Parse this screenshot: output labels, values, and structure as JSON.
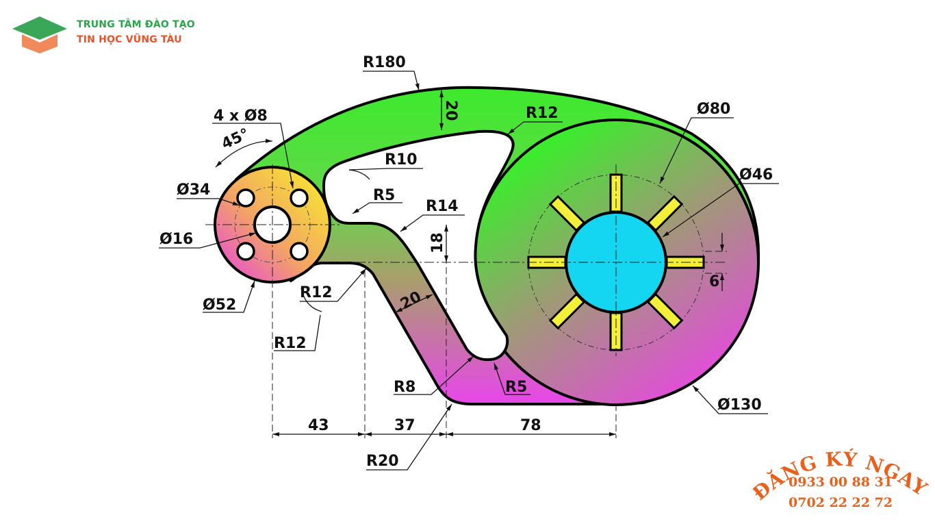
{
  "logo": {
    "line1": "TRUNG TÂM ĐÀO TẠO",
    "line2": "TIN HỌC VŨNG TÀU",
    "color_green": "#2aa64a",
    "color_orange": "#e8522a"
  },
  "dimensions": {
    "r180": "R180",
    "t20_top": "20",
    "r12_top": "R12",
    "d80": "Ø80",
    "d46": "Ø46",
    "holes": "4 x Ø8",
    "a45": "45°",
    "r10": "R10",
    "d34": "Ø34",
    "r5_left": "R5",
    "r14": "R14",
    "d16": "Ø16",
    "v18": "18",
    "v6": "6",
    "d52": "Ø52",
    "r12_mid": "R12",
    "t20_arm": "20",
    "r12_low": "R12",
    "r8": "R8",
    "r5_low": "R5",
    "d130": "Ø130",
    "h43": "43",
    "h37": "37",
    "h78": "78",
    "r20": "R20"
  },
  "promo": {
    "cta": "ĐĂNG KÝ NGAY",
    "phone1": "0933 00 88 31",
    "phone2": "0702 22 22 72",
    "color": "#e8601c"
  },
  "colors": {
    "body_green": "#3dea2c",
    "body_magenta": "#e246e6",
    "hub_yellow": "#f6ee3a",
    "boss_cyan": "#14d6f0",
    "slot_yellow": "#f4f03a"
  }
}
